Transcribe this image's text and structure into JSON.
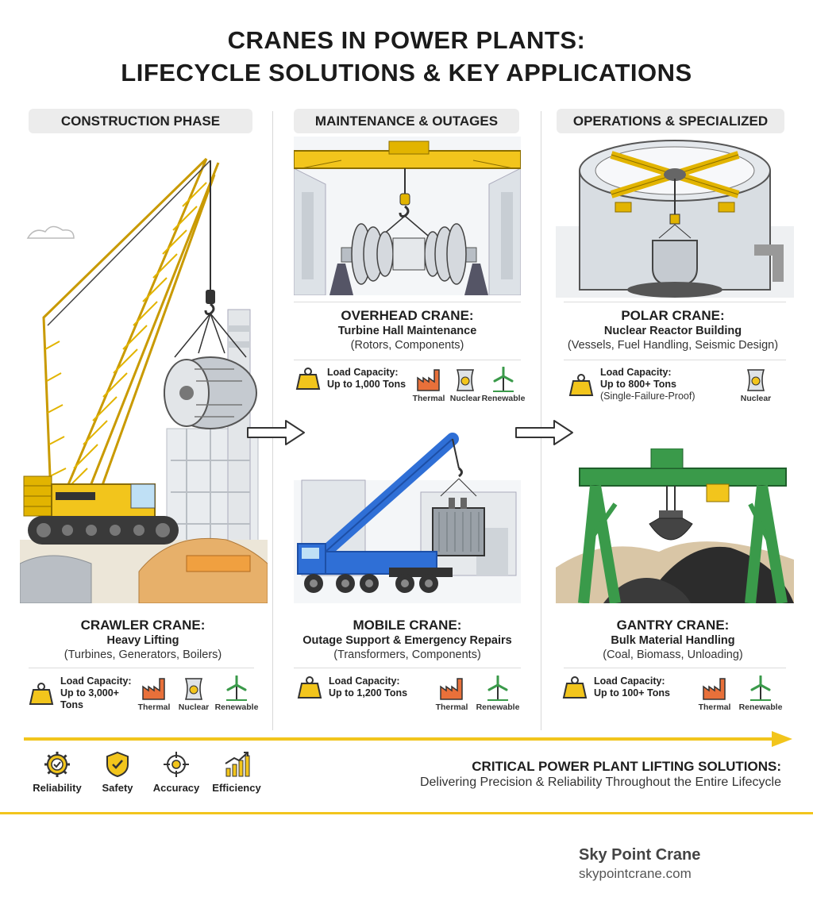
{
  "title": {
    "line1": "CRANES IN POWER PLANTS:",
    "line2": "LIFECYCLE SOLUTIONS & KEY APPLICATIONS"
  },
  "phases": [
    {
      "label": "CONSTRUCTION PHASE"
    },
    {
      "label": "MAINTENANCE & OUTAGES"
    },
    {
      "label": "OPERATIONS & SPECIALIZED"
    }
  ],
  "cards": {
    "crawler": {
      "title": "CRAWLER CRANE:",
      "subtitle": "Heavy Lifting",
      "detail": "(Turbines, Generators, Boilers)",
      "capacity_label": "Load Capacity:",
      "capacity_line2": "Up to 3,000+",
      "capacity_line3": "Tons",
      "plants": [
        "Thermal",
        "Nuclear",
        "Renewable"
      ]
    },
    "overhead": {
      "title": "OVERHEAD CRANE:",
      "subtitle": "Turbine Hall Maintenance",
      "detail": "(Rotors, Components)",
      "capacity_label": "Load Capacity:",
      "capacity_line2": "Up to 1,000 Tons",
      "plants": [
        "Thermal",
        "Nuclear",
        "Renewable"
      ]
    },
    "mobile": {
      "title": "MOBILE CRANE:",
      "subtitle": "Outage Support & Emergency Repairs",
      "detail": "(Transformers, Components)",
      "capacity_label": "Load Capacity:",
      "capacity_line2": "Up to 1,200 Tons",
      "plants": [
        "Thermal",
        "Renewable"
      ]
    },
    "polar": {
      "title": "POLAR CRANE:",
      "subtitle": "Nuclear Reactor Building",
      "detail": "(Vessels, Fuel Handling, Seismic Design)",
      "capacity_label": "Load Capacity:",
      "capacity_line2": "Up to 800+ Tons",
      "capacity_note": "(Single-Failure-Proof)",
      "plants": [
        "Nuclear"
      ]
    },
    "gantry": {
      "title": "GANTRY CRANE:",
      "subtitle": "Bulk Material Handling",
      "detail": "(Coal, Biomass, Unloading)",
      "capacity_label": "Load Capacity:",
      "capacity_line2": "Up to 100+ Tons",
      "plants": [
        "Thermal",
        "Renewable"
      ]
    }
  },
  "values": [
    "Reliability",
    "Safety",
    "Accuracy",
    "Efficiency"
  ],
  "tagline": {
    "title": "CRITICAL POWER PLANT LIFTING SOLUTIONS:",
    "subtitle": "Delivering Precision & Reliability Throughout the Entire Lifecycle"
  },
  "brand": {
    "name": "Sky Point Crane",
    "url": "skypointcrane.com"
  },
  "colors": {
    "accent_yellow": "#f2c51c",
    "crane_blue": "#2f6fd6",
    "gantry_green": "#3a9a4a",
    "thermal_orange": "#e8703a"
  }
}
